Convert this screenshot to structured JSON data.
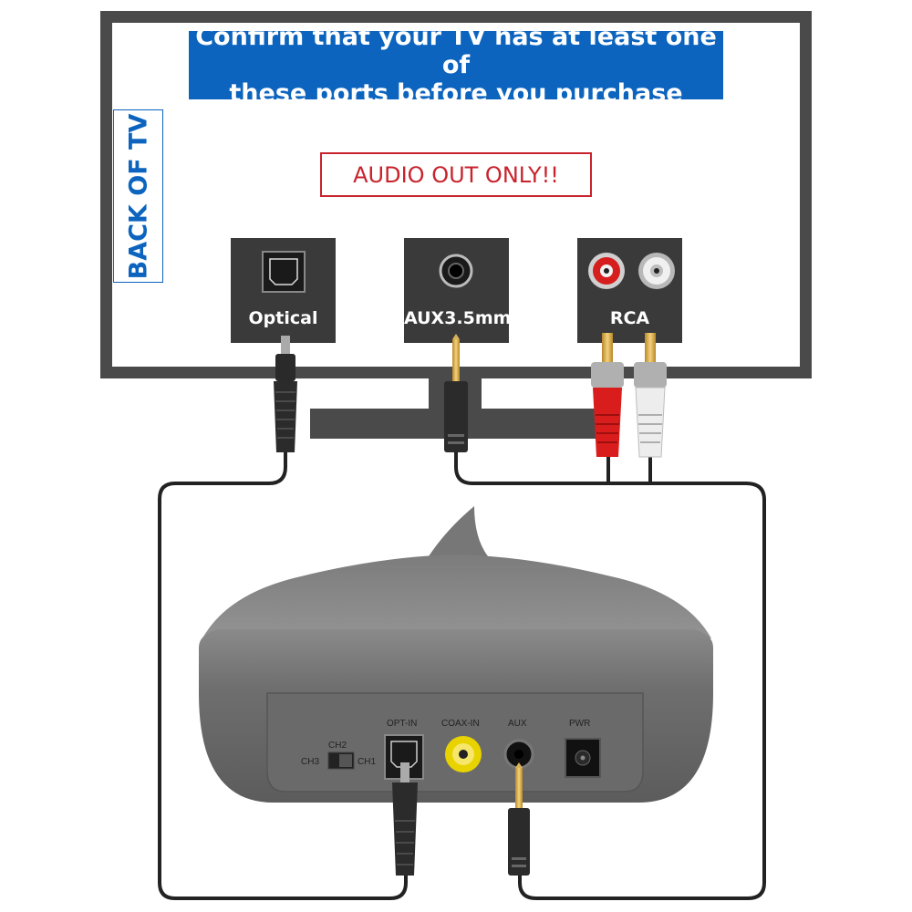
{
  "banner": {
    "line1": "Confirm that your TV has at least one of",
    "line2": "these ports before you purchase"
  },
  "tv": {
    "side_label": "BACK OF TV",
    "warning": "AUDIO OUT ONLY!!"
  },
  "ports": [
    {
      "label": "Optical"
    },
    {
      "label": "AUX3.5mm"
    },
    {
      "label": "RCA"
    }
  ],
  "device": {
    "switch_ch2": "CH2",
    "switch_ch3": "CH3",
    "switch_ch1": "CH1",
    "opt_in": "OPT-IN",
    "coax_in": "COAX-IN",
    "aux": "AUX",
    "pwr": "PWR"
  },
  "colors": {
    "banner_blue": "#0c64be",
    "warning_red": "#c8232c",
    "tv_gray": "#4a4a4a",
    "port_box": "#3a3a3a"
  }
}
